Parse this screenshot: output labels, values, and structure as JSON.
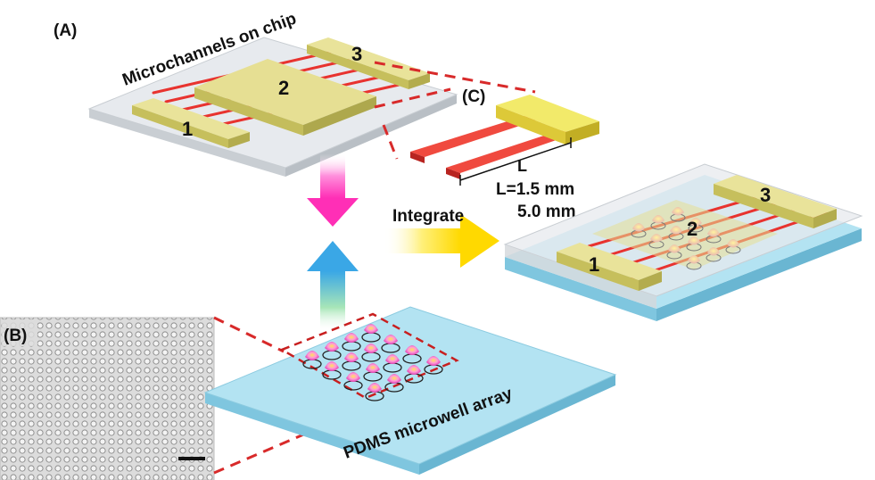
{
  "panels": {
    "a": "(A)",
    "b": "(B)",
    "c": "(C)"
  },
  "labels": {
    "top_chip": "Microchannels on chip",
    "bottom_chip": "PDMS microwell array",
    "integrate": "Integrate"
  },
  "markers": {
    "one": "1",
    "two": "2",
    "three": "3"
  },
  "detail": {
    "symbol": "L",
    "length1": "L=1.5 mm",
    "length2": "5.0 mm"
  },
  "colors": {
    "glass": "#e6e9ec",
    "pad": "#d9d47a",
    "channel": "#e8332f",
    "pdms": "#a9dff0",
    "arrow_pink": "#ff3dbd",
    "arrow_blue": "#4fb8e8",
    "arrow_yellow": "#ffe600",
    "dash": "#d82a2a"
  }
}
